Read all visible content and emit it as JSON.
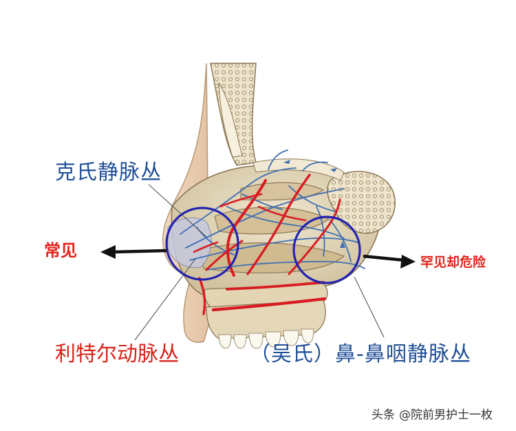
{
  "labels": {
    "kiesselbach_plexus": "克氏静脉丛",
    "common": "常见",
    "rare_but_dangerous": "罕见却危险",
    "little_area_plexus": "利特尔动脉丛",
    "woodruff_plexus": "（吴氏）鼻-鼻咽静脉丛"
  },
  "watermark": {
    "platform": "头条",
    "author": "@院前男护士一枚"
  },
  "colors": {
    "label_blue": "#1f4f97",
    "label_red": "#e0241b",
    "circle_blue": "#2323b0",
    "artery_red": "#d81c22",
    "vein_blue": "#3d6fb3",
    "bone": "#e7dcc2",
    "mucosa": "#d9c8a8"
  },
  "icons": {
    "left_arrow": "arrow-left-icon",
    "right_arrow": "arrow-right-icon"
  }
}
